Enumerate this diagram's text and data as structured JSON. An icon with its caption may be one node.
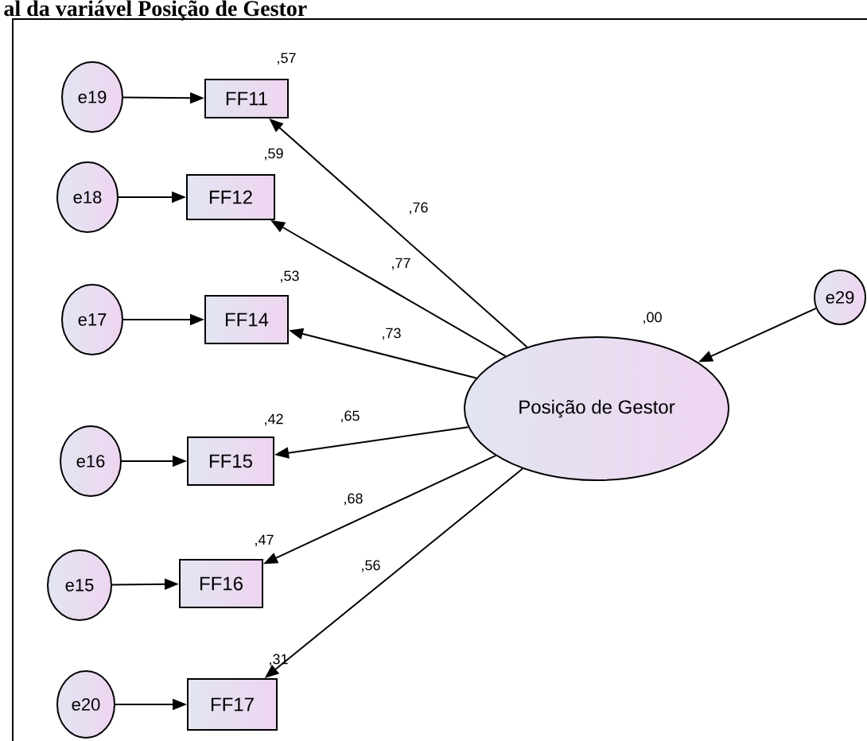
{
  "diagram": {
    "title": "al da variável Posição de Gestor",
    "nodes": [
      {
        "text": [
          "e19"
        ]
      },
      {
        "text": [
          "FF11"
        ],
        "beside": [
          ",57"
        ]
      },
      {
        "text": [
          "e18"
        ]
      },
      {
        "text": [
          "FF12"
        ],
        "beside": [
          ",59"
        ]
      },
      {
        "text": [
          "e17"
        ]
      },
      {
        "text": [
          "FF14"
        ],
        "beside": [
          ",53"
        ]
      },
      {
        "text": [
          "e29"
        ]
      },
      {
        "text": [
          "Posição de Gestor"
        ],
        "beside": [
          ",00"
        ]
      },
      {
        "text": [
          "e16"
        ]
      },
      {
        "text": [
          "FF15"
        ],
        "beside": [
          ",42"
        ]
      },
      {
        "text": [
          "e15"
        ]
      },
      {
        "text": [
          "FF16"
        ],
        "beside": [
          ",47"
        ]
      },
      {
        "text": [
          "e20"
        ]
      },
      {
        "text": [
          "FF17"
        ],
        "beside": [
          ",31"
        ]
      }
    ],
    "edges": [
      {
        "from": 0,
        "to": 1,
        "arrow": "to"
      },
      {
        "from": 2,
        "to": 3,
        "arrow": "to"
      },
      {
        "from": 4,
        "to": 5,
        "arrow": "to"
      },
      {
        "from": 8,
        "to": 9,
        "arrow": "to"
      },
      {
        "from": 10,
        "to": 11,
        "arrow": "to"
      },
      {
        "from": 12,
        "to": 13,
        "arrow": "to"
      },
      {
        "from": 7,
        "to": 1,
        "arrow": "to",
        "label": ",76"
      },
      {
        "from": 7,
        "to": 3,
        "arrow": "to",
        "label": ",77"
      },
      {
        "from": 7,
        "to": 5,
        "arrow": "to",
        "label": ",73"
      },
      {
        "from": 7,
        "to": 9,
        "arrow": "to",
        "label": ",65"
      },
      {
        "from": 7,
        "to": 11,
        "arrow": "to",
        "label": ",68"
      },
      {
        "from": 7,
        "to": 13,
        "arrow": "to",
        "label": ",56"
      },
      {
        "from": 6,
        "to": 7,
        "arrow": "to"
      }
    ]
  }
}
